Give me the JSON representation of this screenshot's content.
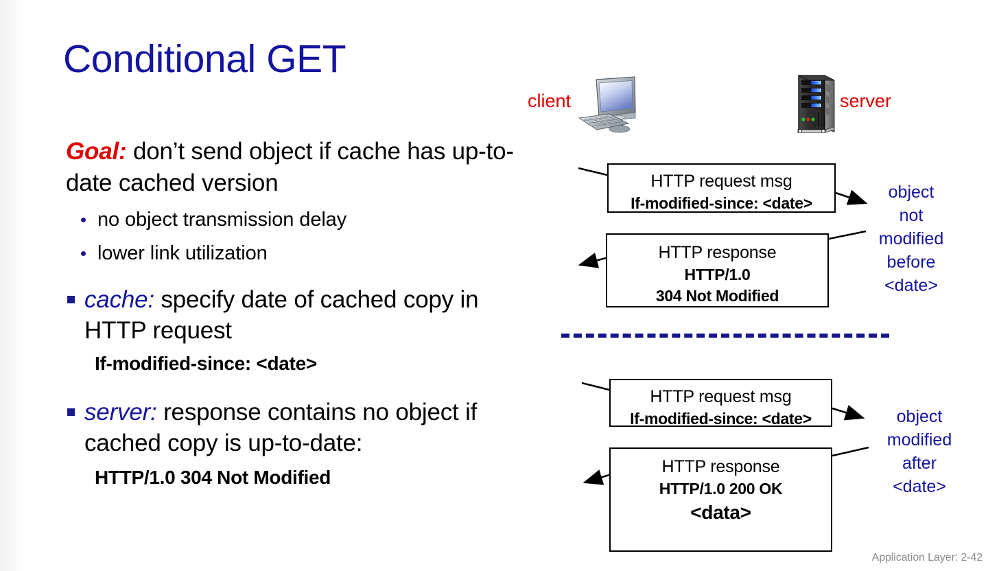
{
  "slide": {
    "title": "Conditional GET",
    "footer": "Application Layer: 2-42"
  },
  "colors": {
    "title_blue": "#1414a0",
    "accent_red": "#e00000",
    "label_red": "#dd0000",
    "bullet_navy": "#1a1a8c",
    "annotation_blue": "#1414a0",
    "divider_navy": "#14148c",
    "footer_gray": "#8b8b8b",
    "text_black": "#000000"
  },
  "body": {
    "goal_label": "Goal:",
    "goal_text": " don’t send object if cache has up-to-date cached version",
    "sub_items": [
      "no object transmission delay",
      "lower link utilization"
    ],
    "cache_label": "cache:",
    "cache_text": " specify date of cached copy in HTTP request",
    "cache_code": "If-modified-since: <date>",
    "server_label": "server:",
    "server_text": " response contains no object if cached copy is up-to-date:",
    "server_code": "HTTP/1.0 304 Not Modified"
  },
  "diagram": {
    "client_label": "client",
    "server_label": "server",
    "top": {
      "request": {
        "line1": "HTTP request msg",
        "line2": "If-modified-since: <date>"
      },
      "response": {
        "line1": "HTTP response",
        "line2": "HTTP/1.0",
        "line3": "304 Not Modified"
      },
      "annotation": "object\nnot\nmodified\nbefore\n<date>",
      "annotation_lines": [
        "object",
        "not",
        "modified",
        "before",
        "<date>"
      ]
    },
    "bottom": {
      "request": {
        "line1": "HTTP request msg",
        "line2": "If-modified-since: <date>"
      },
      "response": {
        "line1": "HTTP response",
        "line2": "HTTP/1.0 200 OK",
        "line3": "<data>"
      },
      "annotation_lines": [
        "object",
        "modified",
        "after",
        "<date>"
      ]
    }
  }
}
